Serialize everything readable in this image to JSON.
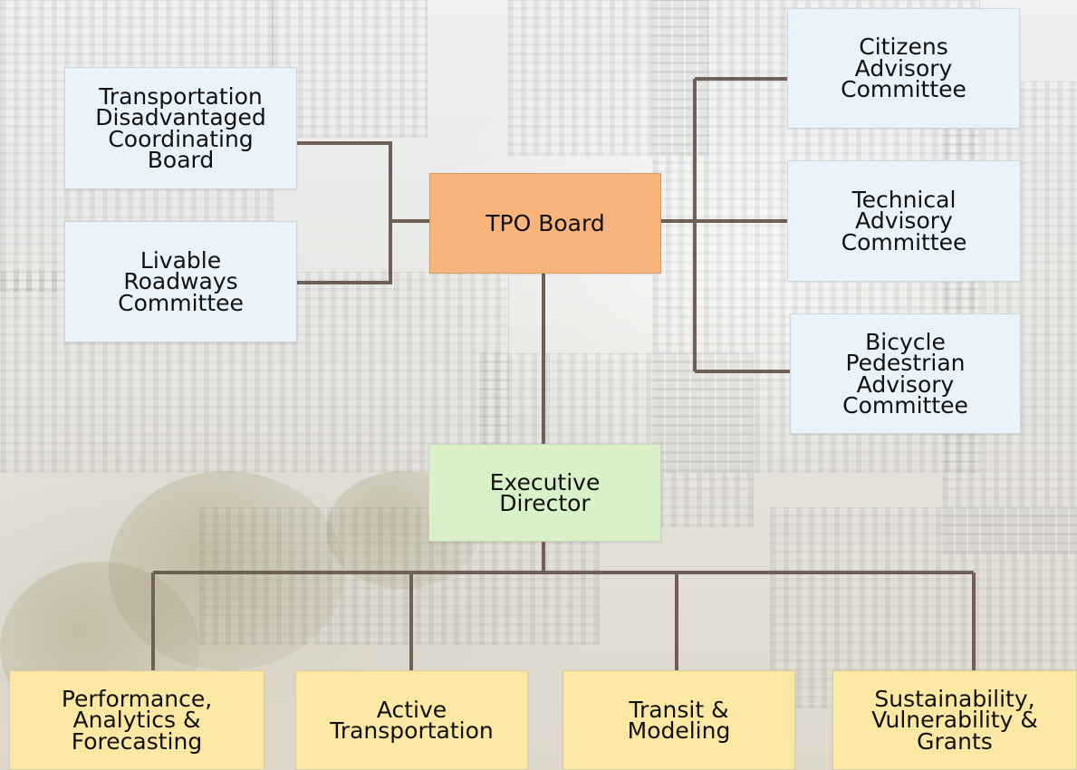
{
  "chart": {
    "root": "TPO Board",
    "left_committees": [
      "Transportation\nDisadvantaged\nCoordinating\nBoard",
      "Livable\nRoadways\nCommittee"
    ],
    "right_committees": [
      "Citizens\nAdvisory\nCommittee",
      "Technical\nAdvisory\nCommittee",
      "Bicycle\nPedestrian\nAdvisory\nCommittee"
    ],
    "director": "Executive\nDirector",
    "departments": [
      "Performance,\nAnalytics &\nForecasting",
      "Active\nTransportation",
      "Transit &\nModeling",
      "Sustainability,\nVulnerability &\nGrants"
    ]
  },
  "colors": {
    "line": "#6f5f55",
    "committee_fill": "#e9f3fb",
    "board_fill": "#f8b47a",
    "director_fill": "#d8f1c8",
    "department_fill": "#fbe8a3"
  }
}
